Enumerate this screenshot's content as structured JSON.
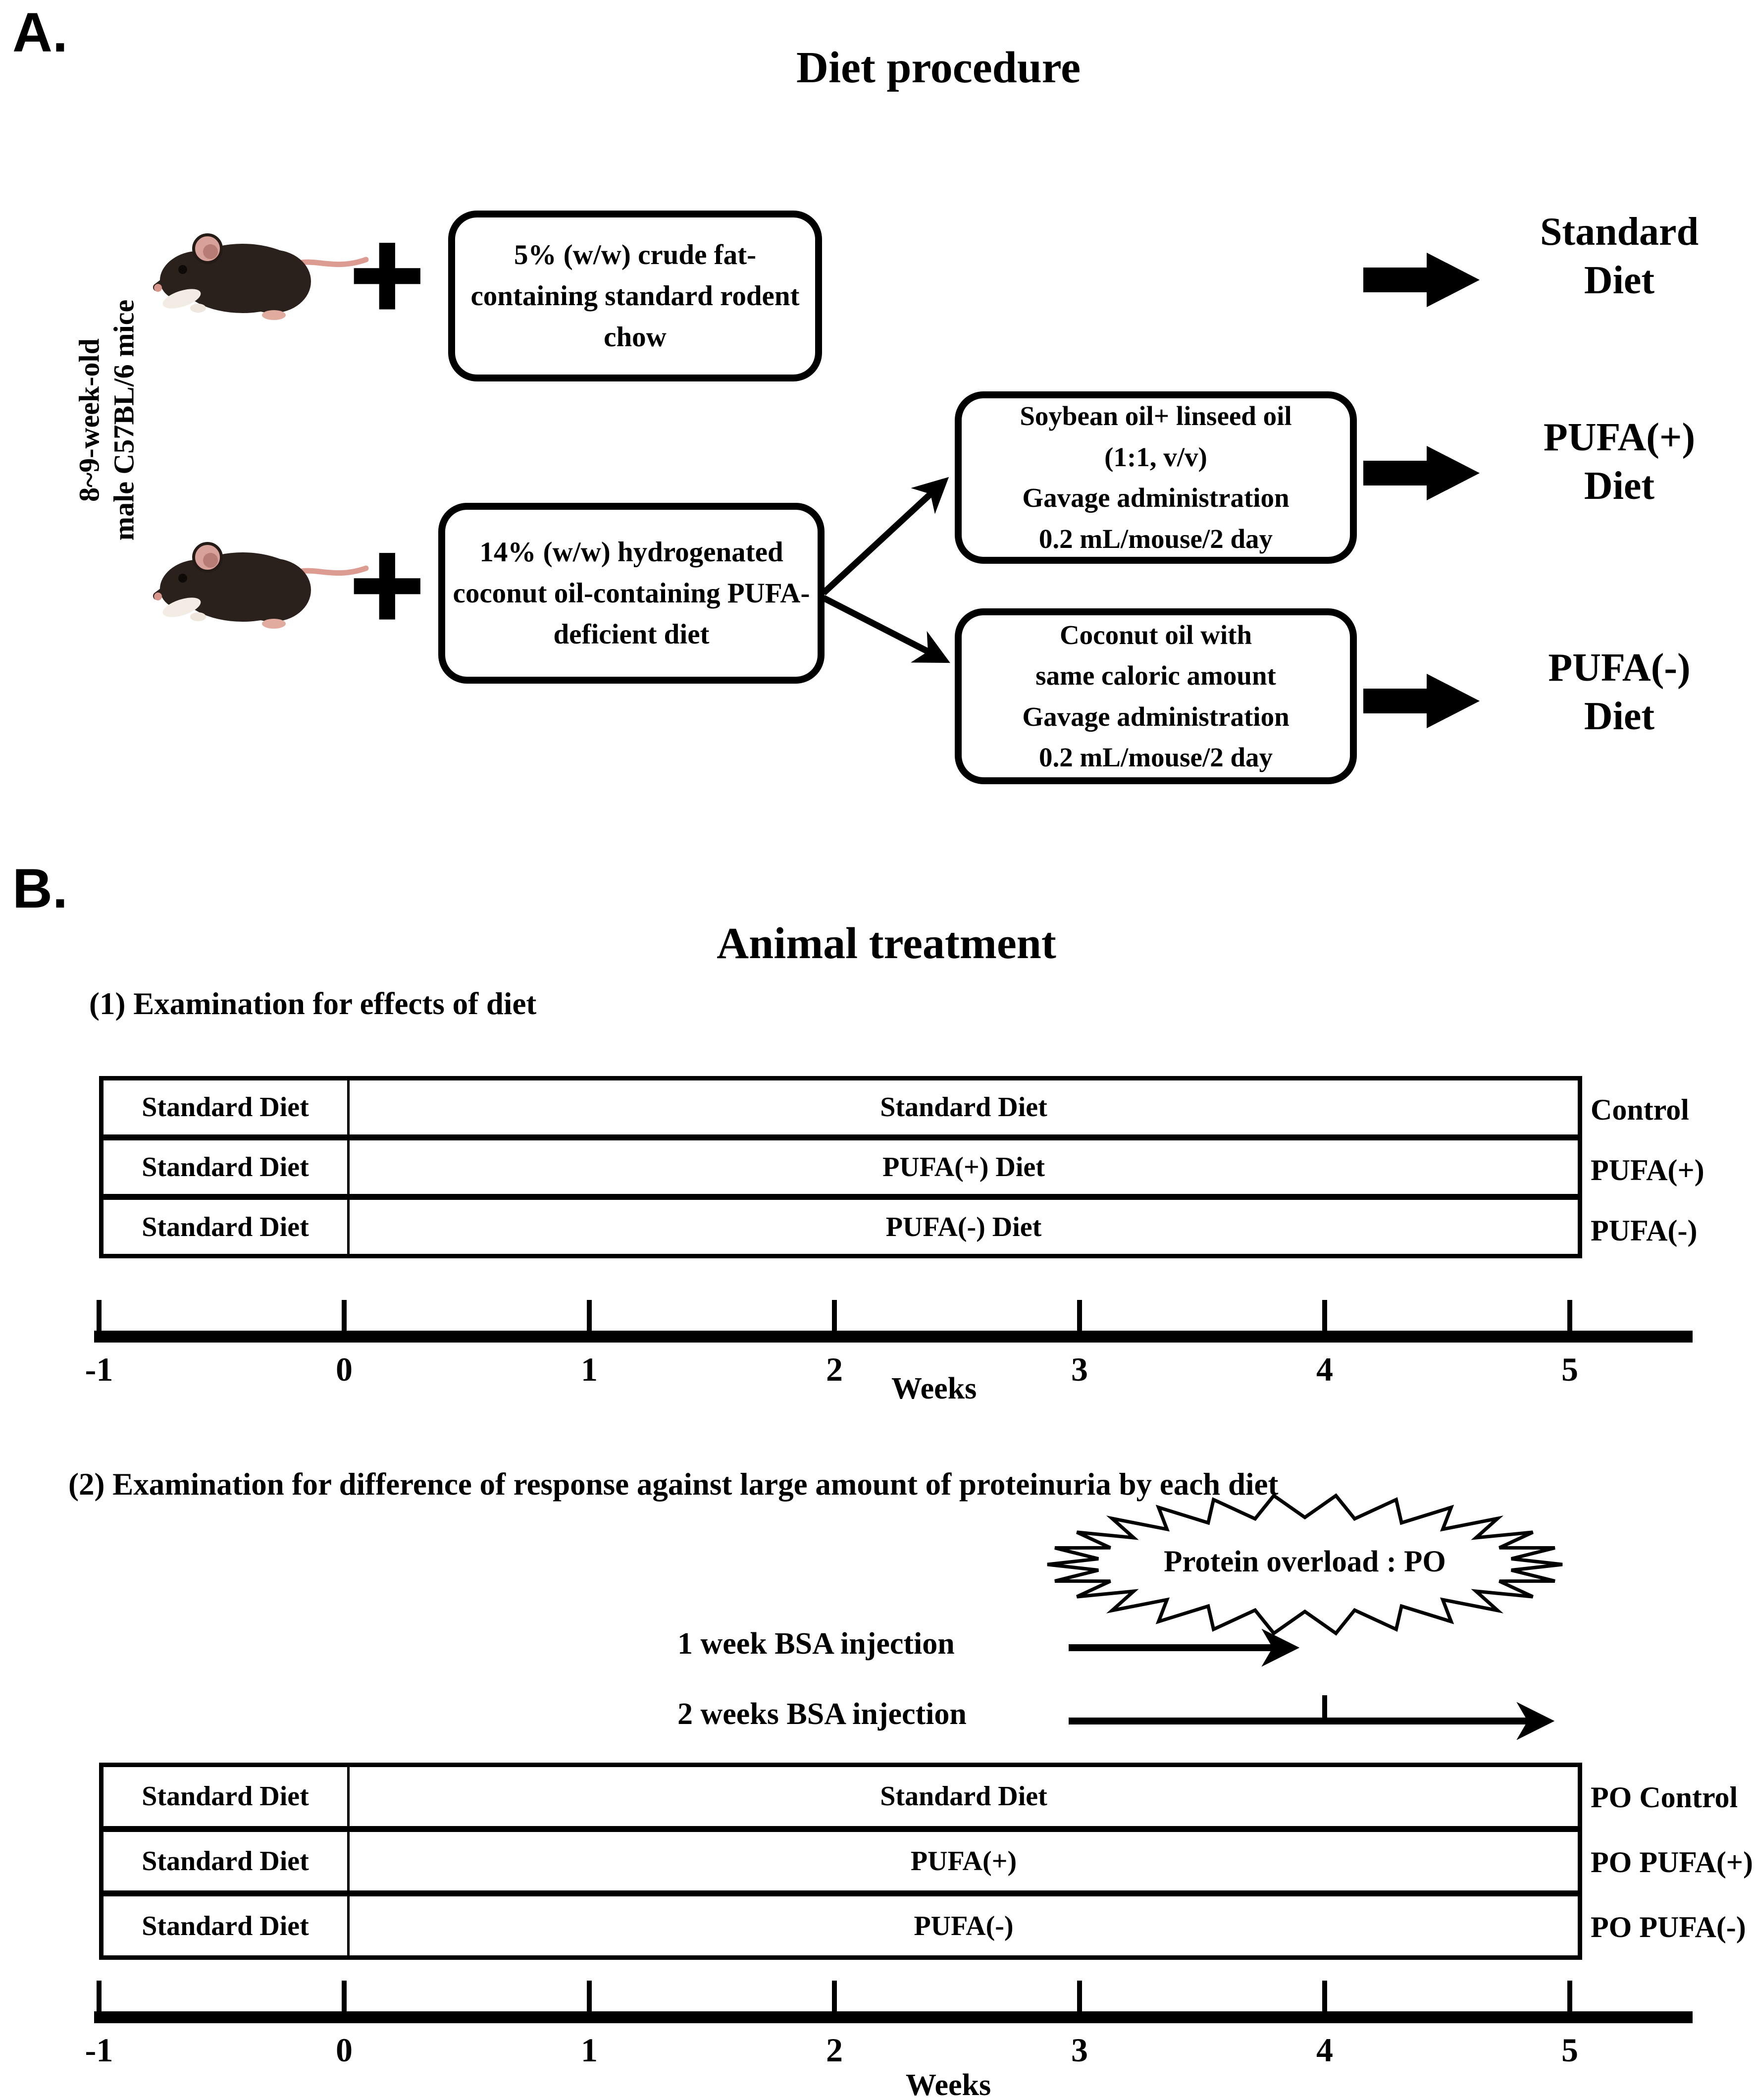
{
  "panel_a": {
    "label": "A.",
    "title": "Diet procedure",
    "mice_label": "8~9-week-old\nmale C57BL/6 mice",
    "plus_sign": "+",
    "box_standard_chow": "5% (w/w) crude fat-containing standard rodent chow",
    "box_pufa_deficient": "14% (w/w) hydrogenated coconut oil-containing PUFA-deficient diet",
    "box_soybean": "Soybean oil+ linseed oil\n(1:1, v/v)\nGavage administration\n0.2 mL/mouse/2 day",
    "box_coconut": "Coconut oil with\nsame caloric amount\nGavage administration\n0.2 mL/mouse/2 day",
    "outcome_standard": "Standard\nDiet",
    "outcome_pufa_plus": "PUFA(+)\nDiet",
    "outcome_pufa_minus": "PUFA(-)\nDiet"
  },
  "panel_b": {
    "label": "B.",
    "title": "Animal treatment",
    "section1": {
      "heading": "(1) Examination for effects of diet",
      "rows": [
        {
          "pre_diet": "Standard Diet",
          "main_diet": "Standard Diet",
          "group": "Control"
        },
        {
          "pre_diet": "Standard Diet",
          "main_diet": "PUFA(+) Diet",
          "group": "PUFA(+)"
        },
        {
          "pre_diet": "Standard Diet",
          "main_diet": "PUFA(-) Diet",
          "group": "PUFA(-)"
        }
      ],
      "axis": {
        "ticks": [
          "-1",
          "0",
          "1",
          "2",
          "3",
          "4",
          "5"
        ],
        "label": "Weeks"
      }
    },
    "section2": {
      "heading": "(2) Examination for difference of response against large amount of proteinuria by each diet",
      "protein_overload": "Protein overload : PO",
      "injection1": "1 week BSA injection",
      "injection2": "2 weeks BSA injection",
      "rows": [
        {
          "pre_diet": "Standard Diet",
          "main_diet": "Standard Diet",
          "group": "PO Control"
        },
        {
          "pre_diet": "Standard Diet",
          "main_diet": "PUFA(+)",
          "group": "PO PUFA(+)"
        },
        {
          "pre_diet": "Standard Diet",
          "main_diet": "PUFA(-)",
          "group": "PO PUFA(-)"
        }
      ],
      "axis": {
        "ticks": [
          "-1",
          "0",
          "1",
          "2",
          "3",
          "4",
          "5"
        ],
        "label": "Weeks"
      }
    }
  }
}
